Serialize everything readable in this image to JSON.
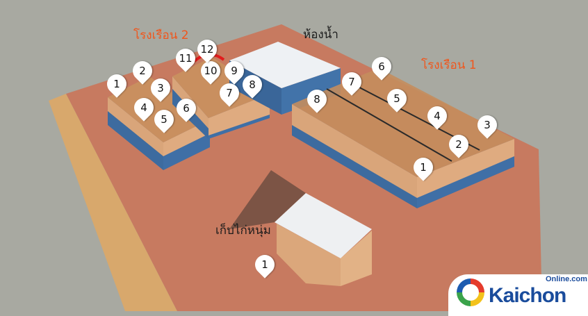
{
  "labels": {
    "house2": "โรงเรือน 2",
    "restroom": "ห้องน้ำ",
    "house1": "โรงเรือน 1",
    "storage": "เก็บไก่หนุ่ม"
  },
  "pins": {
    "house2": [
      "1",
      "2",
      "3",
      "4",
      "5",
      "6",
      "7",
      "8",
      "9",
      "10",
      "11",
      "12"
    ],
    "house1": [
      "1",
      "2",
      "3",
      "4",
      "5",
      "6",
      "7",
      "8"
    ],
    "storage": [
      "1"
    ]
  },
  "logo": {
    "name": "Kaichon",
    "sub": "Online.com"
  },
  "colors": {
    "accent": "#f0561c",
    "brand": "#1a4c9c"
  }
}
